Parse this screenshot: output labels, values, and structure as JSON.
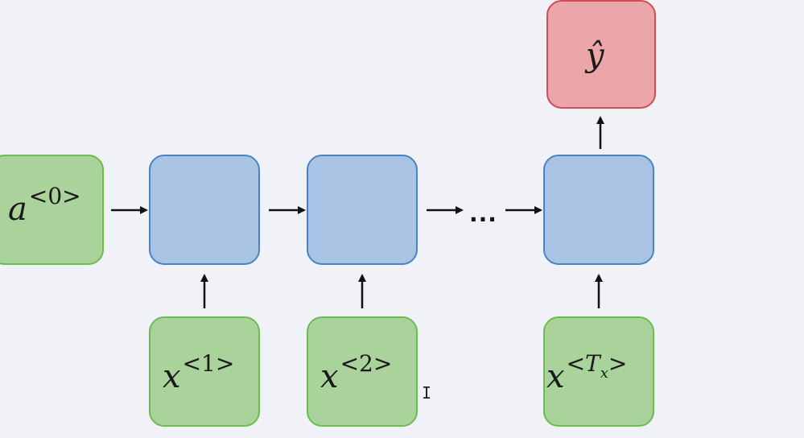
{
  "diagram": {
    "colors": {
      "input_fill": "#a9d39a",
      "input_stroke": "#6cbd50",
      "cell_fill": "#a8c3e3",
      "cell_stroke": "#4a83c4",
      "output_fill": "#eba6a9",
      "output_stroke": "#d44b55",
      "arrow": "#111111",
      "background": "#f1f2f7"
    },
    "a0": {
      "base": "a",
      "sup": "<0>"
    },
    "inputs": [
      {
        "base": "x",
        "sup": "<1>"
      },
      {
        "base": "x",
        "sup": "<2>"
      },
      {
        "base": "x",
        "sup_pre": "<",
        "sup_var": "T",
        "sup_sub": "x",
        "sup_post": ">"
      }
    ],
    "ellipsis": "...",
    "output": {
      "label": "ŷ"
    },
    "cursor_icon": "text-cursor-icon"
  }
}
